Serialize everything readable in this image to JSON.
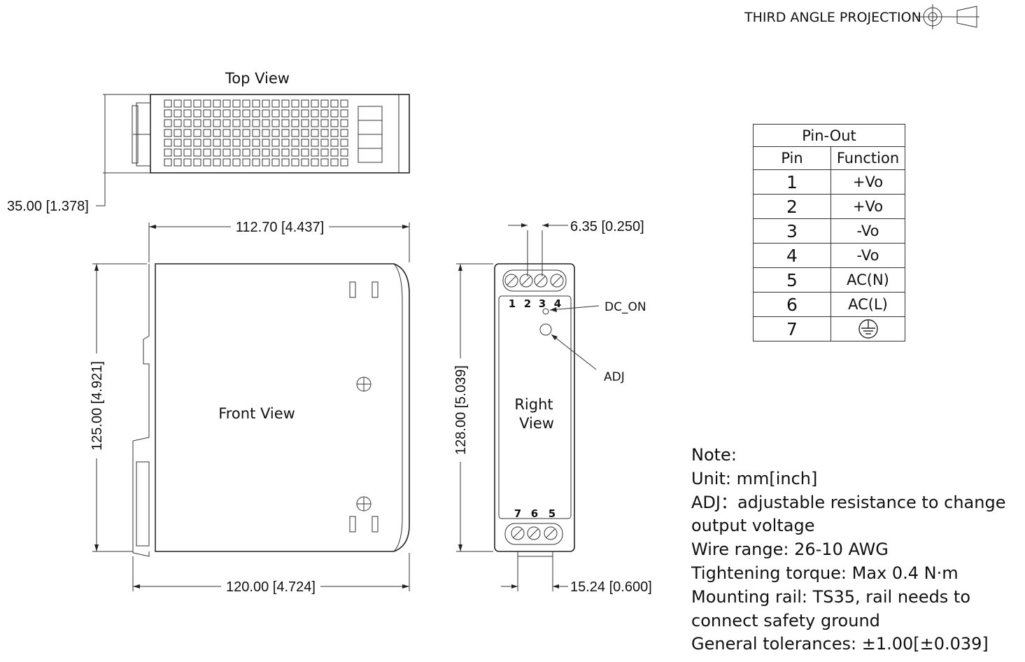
{
  "projection": {
    "label": "THIRD ANGLE PROJECTION"
  },
  "views": {
    "top": "Top View",
    "front": "Front View",
    "right_line1": "Right",
    "right_line2": "View"
  },
  "dimensions": {
    "height_top": "35.00 [1.378]",
    "width_front": "112.70 [4.437]",
    "width_front_base": "120.00 [4.724]",
    "height_front": "125.00 [4.921]",
    "height_right": "128.00 [5.039]",
    "pin_pitch": "6.35 [0.250]",
    "right_width": "15.24 [0.600]"
  },
  "callouts": {
    "dc_on": "DC_ON",
    "adj": "ADJ"
  },
  "terminals": {
    "top": [
      "1",
      "2",
      "3",
      "4"
    ],
    "bottom": [
      "7",
      "6",
      "5"
    ]
  },
  "pinout": {
    "title": "Pin-Out",
    "col_pin": "Pin",
    "col_function": "Function",
    "rows": [
      {
        "pin": "1",
        "function": "+Vo"
      },
      {
        "pin": "2",
        "function": "+Vo"
      },
      {
        "pin": "3",
        "function": "-Vo"
      },
      {
        "pin": "4",
        "function": "-Vo"
      },
      {
        "pin": "5",
        "function": "AC(N)"
      },
      {
        "pin": "6",
        "function": "AC(L)"
      },
      {
        "pin": "7",
        "function": "",
        "icon": "ground-icon"
      }
    ]
  },
  "notes": [
    "Note:",
    "Unit: mm[inch]",
    "ADJ：adjustable resistance to change",
    "output voltage",
    "Wire range: 26-10 AWG",
    "Tightening torque: Max 0.4 N·m",
    "Mounting rail: TS35, rail needs to",
    "connect safety ground",
    "General tolerances: ±1.00[±0.039]"
  ]
}
